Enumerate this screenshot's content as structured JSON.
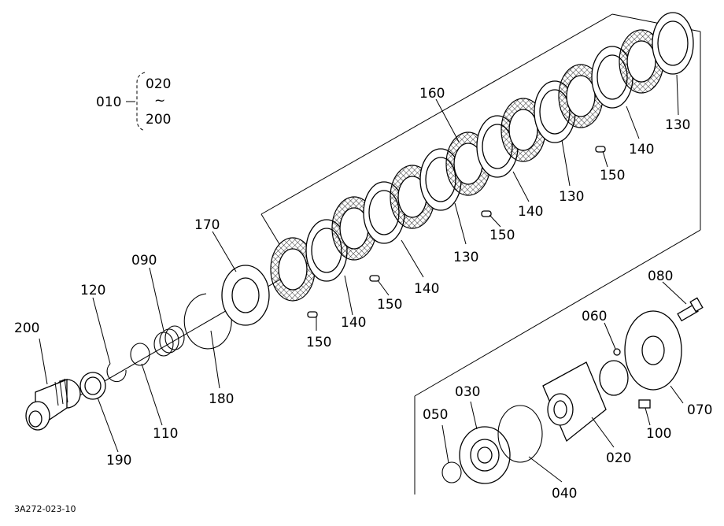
{
  "assembly": {
    "code": "010",
    "range_from": "020",
    "range_tilde": "~",
    "range_to": "200"
  },
  "parts": [
    {
      "id": "p200",
      "label": "200"
    },
    {
      "id": "p190",
      "label": "190"
    },
    {
      "id": "p120",
      "label": "120"
    },
    {
      "id": "p110",
      "label": "110"
    },
    {
      "id": "p090",
      "label": "090"
    },
    {
      "id": "p180",
      "label": "180"
    },
    {
      "id": "p170",
      "label": "170"
    },
    {
      "id": "p160",
      "label": "160"
    },
    {
      "id": "p150a",
      "label": "150"
    },
    {
      "id": "p150b",
      "label": "150"
    },
    {
      "id": "p150c",
      "label": "150"
    },
    {
      "id": "p150d",
      "label": "150"
    },
    {
      "id": "p140a",
      "label": "140"
    },
    {
      "id": "p140b",
      "label": "140"
    },
    {
      "id": "p140c",
      "label": "140"
    },
    {
      "id": "p140d",
      "label": "140"
    },
    {
      "id": "p130a",
      "label": "130"
    },
    {
      "id": "p130b",
      "label": "130"
    },
    {
      "id": "p130c",
      "label": "130"
    },
    {
      "id": "p080",
      "label": "080"
    },
    {
      "id": "p060",
      "label": "060"
    },
    {
      "id": "p070",
      "label": "070"
    },
    {
      "id": "p100",
      "label": "100"
    },
    {
      "id": "p030",
      "label": "030"
    },
    {
      "id": "p050",
      "label": "050"
    },
    {
      "id": "p020",
      "label": "020"
    },
    {
      "id": "p040",
      "label": "040"
    }
  ],
  "footer": {
    "drawing_number": "3A272-023-10"
  }
}
